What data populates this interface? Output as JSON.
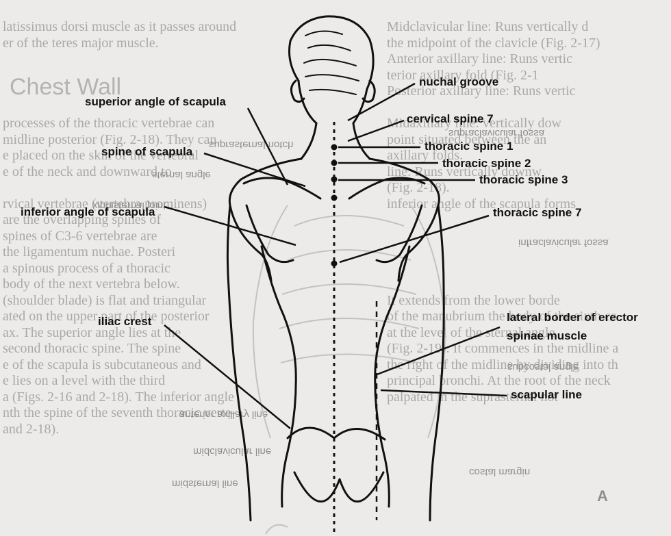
{
  "background_text": {
    "heading": "Chest Wall",
    "left_column": [
      "latissimus dorsi muscle as it passes around",
      "er of the teres major muscle.",
      "",
      "",
      "",
      "",
      "processes of the thoracic vertebrae can",
      "midline posterior (Fig. 2-18). They can",
      "e placed on the skin of the vertebral",
      "e of the neck and downward to",
      "",
      "rvical vertebrae (vertebra prominens)",
      "are the overlapping spines of",
      "spines of C3-6 vertebrae are",
      "the ligamentum nuchae. Posteri",
      "a spinous process of a thoracic",
      "body of the next vertebra below.",
      "(shoulder blade) is flat and triangular",
      "ated on the upper part of the posterior",
      "ax. The superior angle lies at the",
      "second thoracic spine. The spine",
      "e of the scapula is subcutaneous and",
      "e lies on a level with the third",
      "a (Figs. 2-16 and 2-18). The inferior angle",
      "nth the spine of the seventh thoracic verte-",
      "and 2-18)."
    ],
    "right_column": [
      "Midclavicular line: Runs vertically d",
      "the midpoint of the clavicle (Fig. 2-17)",
      "Anterior axillary line: Runs vertic",
      "terior axillary fold (Fig. 2-1",
      "Posterior axillary line: Runs vertic",
      "",
      "Midaxillary line: vertically dow",
      "point situated between the an",
      "axillary folds.",
      "line: Runs vertically downw",
      "(Fig. 2-18).",
      "inferior angle of the scapula forms",
      "",
      "",
      "",
      "",
      "",
      "It extends from the lower borde",
      "of the manubrium the body of the sixth ce",
      "at the level of the sternal angle",
      "(Fig. 2-19). It commences in the midline a",
      "the right of the midline by dividing into th",
      "principal bronchi. At the root of the neck",
      "palpated in the suprasternal not"
    ],
    "ghost_labels": [
      "supraclavicular fossa",
      "suprasternal notch",
      "sternal angle",
      "xiphisternal joint",
      "infraclavicular fossa",
      "subcostal angle",
      "anterior axillary line",
      "midclavicular line",
      "costal margin",
      "midsternal line"
    ],
    "figure_letter": "A"
  },
  "labels": {
    "nuchal_groove": "nuchal groove",
    "superior_angle": "superior angle of scapula",
    "cervical_spine_7": "cervical spine 7",
    "thoracic_spine_1": "thoracic spine 1",
    "spine_of_scapula": "spine of scapula",
    "thoracic_spine_2": "thoracic spine 2",
    "thoracic_spine_3": "thoracic spine 3",
    "inferior_angle": "inferior angle of scapula",
    "thoracic_spine_7": "thoracic spine 7",
    "iliac_crest": "iliac crest",
    "erector_line1": "lateral border of erector",
    "erector_line2": "spinae muscle",
    "scapular_line": "scapular line"
  },
  "colors": {
    "paper": "#ecebea",
    "ink": "#111111",
    "faded_text": "#a9a9a7"
  }
}
